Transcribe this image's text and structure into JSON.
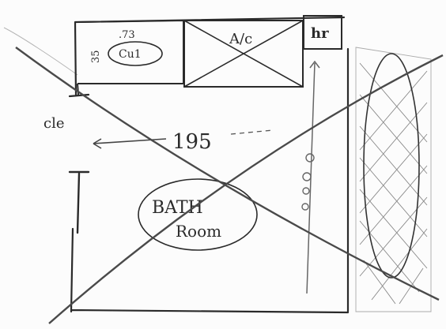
{
  "sketch": {
    "top_left_box": {
      "vertical_number": "35",
      "small_number": ".73",
      "circled_word": "Cu1"
    },
    "ac_unit": {
      "label": "A/c"
    },
    "top_right_scribble": "hr",
    "left_annotation": "cle",
    "dimension_label": "195",
    "room_name_line1": "BATH",
    "room_name_line2": "Room",
    "stroke_color": "#2a2a2a",
    "cross_color": "#4a4a4a",
    "hatch_color": "#888888"
  }
}
